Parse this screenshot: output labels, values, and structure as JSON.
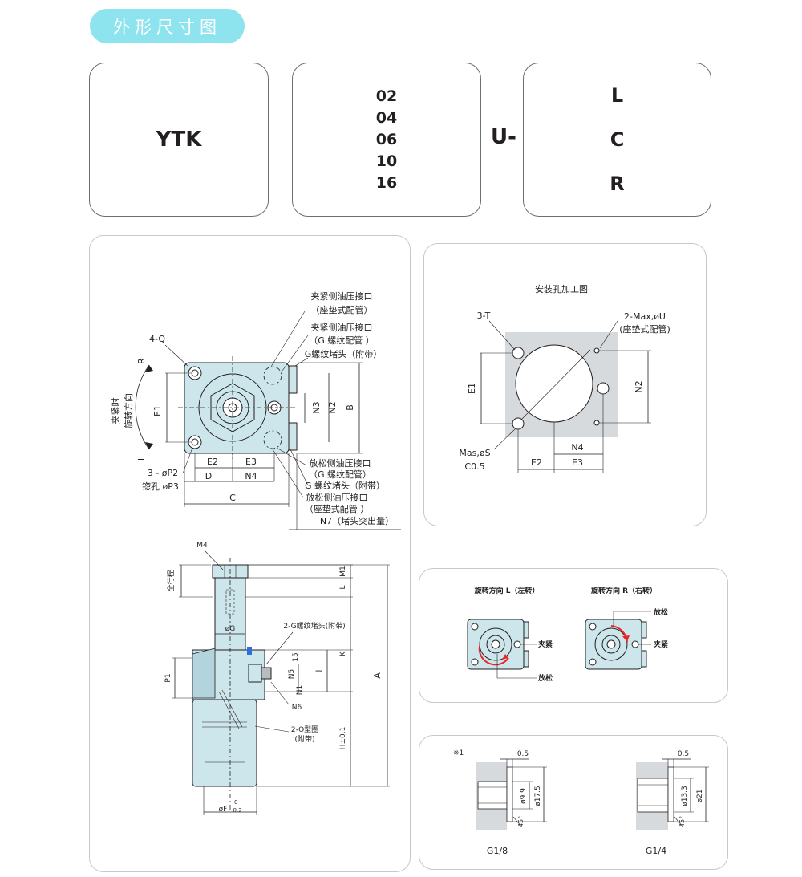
{
  "header": {
    "title": "外形尺寸图"
  },
  "model_code": {
    "series": "YTK",
    "sizes": [
      "02",
      "04",
      "06",
      "10",
      "16"
    ],
    "separator": "U-",
    "options": [
      "L",
      "C",
      "R"
    ]
  },
  "main_drawing": {
    "labels": {
      "q": "4-Q",
      "r": "R",
      "l": "L",
      "rotation_dir_1": "夹紧时",
      "rotation_dir_2": "旋转方向",
      "clamp_port_pad": "夹紧侧油压接口",
      "clamp_port_pad_sub": "（座垫式配管）",
      "clamp_port_thread": "夹紧侧油压接口",
      "clamp_port_thread_sub": "（G 螺纹配管 ）",
      "g_plug": "G螺纹堵头（附带）",
      "release_port_thread": "放松侧油压接口",
      "release_port_thread_sub": "（G 螺纹配管）",
      "g_plug_2": "G 螺纹堵头（附带）",
      "release_port_pad": "放松侧油压接口",
      "release_port_pad_sub": "（座垫式配管 ）",
      "n7": "N7（堵头突出量）",
      "p2": "3 - øP2",
      "p3": "锪孔 øP3",
      "e1": "E1",
      "e2": "E2",
      "e3": "E3",
      "d": "D",
      "n4": "N4",
      "c": "C",
      "n3": "N3",
      "n2": "N2",
      "b": "B"
    }
  },
  "side_drawing": {
    "labels": {
      "m4": "M4",
      "m1": "M1",
      "l": "L",
      "full_stroke": "全行程",
      "g": "øG",
      "g_plug": "2-G螺纹堵头(附带)",
      "k": "K",
      "j": "J",
      "n5": "N5",
      "n1": "N1",
      "n6": "N6",
      "p1": "P1",
      "a": "A",
      "o_ring": "2-O型圈",
      "o_ring_sub": "(附带)",
      "h": "H±0.1",
      "f": "øF",
      "f_tol_upper": "0",
      "f_tol_lower": "-0.2",
      "n5_small": "15"
    }
  },
  "mounting_hole": {
    "title": "安装孔加工图",
    "labels": {
      "t": "3-T",
      "u": "2-Max,øU",
      "u_sub": "(座垫式配管)",
      "e1": "E1",
      "n2": "N2",
      "s": "Mas,øS",
      "c05": "C0.5",
      "n4": "N4",
      "e2": "E2",
      "e3": "E3"
    }
  },
  "rotation_dir": {
    "left_title": "旋转方向 L（左转）",
    "right_title": "旋转方向 R（右转）",
    "clamp": "夹紧",
    "release": "放松"
  },
  "port_detail": {
    "note": "※1",
    "g18": {
      "name": "G1/8",
      "gap": "0.5",
      "d1": "ø9.9",
      "d2": "ø17.5",
      "angle": "45°"
    },
    "g14": {
      "name": "G1/4",
      "gap": "0.5",
      "d1": "ø13.3",
      "d2": "ø21",
      "angle": "45°"
    }
  },
  "colors": {
    "accent": "#8ee4ee",
    "body": "#cde6ec",
    "arrow": "#e8262b",
    "port_blue": "#2c6fd6"
  }
}
